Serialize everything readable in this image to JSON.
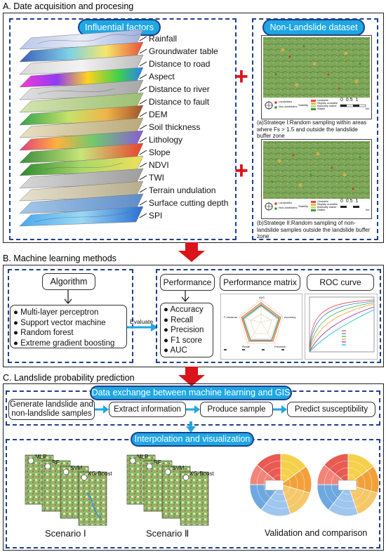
{
  "sectionA": {
    "title": "A. Date acquisition and procesing",
    "factors_title": "Influential factors",
    "factors": [
      "Rainfall",
      "Groundwater table",
      "Distance to road",
      "Aspect",
      "Distance to river",
      "Distance to fault",
      "DEM",
      "Soil thickness",
      "Lithology",
      "Slope",
      "NDVI",
      "TWI",
      "Terrain undulation",
      "Surface cutting depth",
      "SPI"
    ],
    "nonls_title": "Non-Landslide dataset",
    "map_legend": {
      "l1": "Landslides",
      "l2": "Non-landslides",
      "stab": "Stability",
      "c1": "Unstable",
      "c2": "Slightly unstable",
      "c3": "Basically stable",
      "c4": "Stable",
      "scale": "0  0.5  1",
      "unit": "km"
    },
    "strategy1": "(a)Strateqe I:Random sampling within areas where Fs > 1.5 and outside the landslide buffer zone",
    "strategy2": "(b)Strateqe II:Random sampling of non-landslide samples outside the landslide buffer zone"
  },
  "sectionB": {
    "title": "B. Machine learning methods",
    "algorithm_label": "Algorithm",
    "algorithms": [
      "Multi-layer perceptron",
      "Support vector machine",
      "Random forest",
      "Extreme gradient boosting"
    ],
    "evaluate_label": "Evaluate",
    "performance_label": "Performance",
    "metrics": [
      "Accuracy",
      "Recall",
      "Precision",
      "F1 score",
      "AUC"
    ],
    "matrix_label": "Performance matrix",
    "roc_label": "ROC curve",
    "radar_axes": [
      "AUC",
      "Accuracy",
      "Precision",
      "Recall",
      "F-measure"
    ]
  },
  "sectionC": {
    "title": "C. Landslide probability prediction",
    "exchange_title": "Data exchange between machine learning and GIS",
    "steps": [
      "Generate landslide and non-landslide samples",
      "Extract information",
      "Produce sample",
      "Predict susceptibility"
    ],
    "interp_title": "Interpolation and visualization",
    "models": [
      "MLP",
      "RF",
      "SVM",
      "XG-Boost"
    ],
    "scenario1": "Scenario Ⅰ",
    "scenario2": "Scenario Ⅱ",
    "validation": "Validation and comparison"
  },
  "colors": {
    "accent_blue": "#1ea7e3",
    "dash_blue": "#1f3f8f",
    "arrow_red": "#d9141b",
    "plus_red": "#d9141b"
  }
}
